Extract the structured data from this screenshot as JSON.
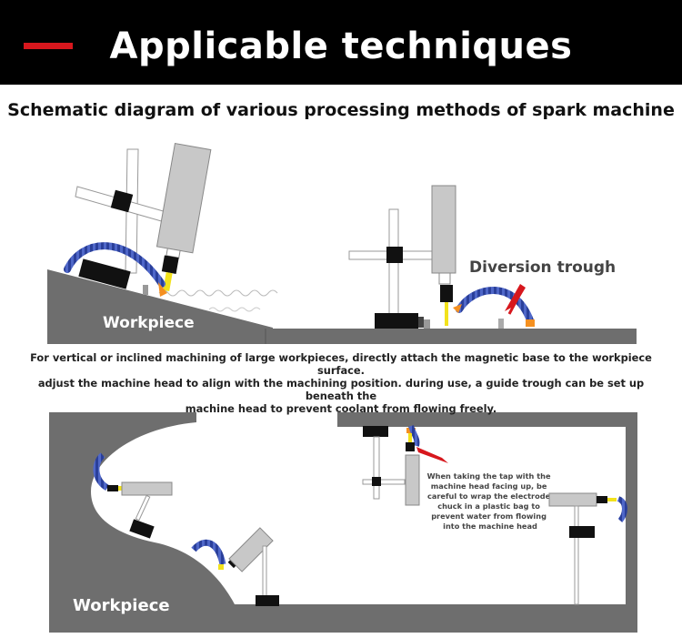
{
  "header": {
    "title": "Applicable techniques",
    "accent_color": "#d7171d",
    "background": "#000000"
  },
  "subtitle": "Schematic diagram of various processing methods of spark machine",
  "top_diagram": {
    "workpiece_label": "Workpiece",
    "trough_label": "Diversion trough"
  },
  "caption": {
    "line1": "For vertical or inclined machining of large workpieces, directly attach the magnetic base to the workpiece surface.",
    "line2": "adjust the machine head to align with the machining position. during use, a guide trough can be set up beneath the",
    "line3": "machine head to prevent coolant from flowing freely."
  },
  "bottom_diagram": {
    "workpiece_label": "Workpiece",
    "note": [
      "When taking the tap with the",
      "machine head facing up, be",
      "careful to wrap the electrode",
      "chuck in a plastic bag to",
      "prevent water from flowing",
      "into the machine head"
    ]
  },
  "colors": {
    "workpiece": "#6e6e6e",
    "hose": "#2a3f9a",
    "electrode": "#f2e21c",
    "arrow": "#d7171d",
    "machine_head": "#c8c8c8"
  }
}
